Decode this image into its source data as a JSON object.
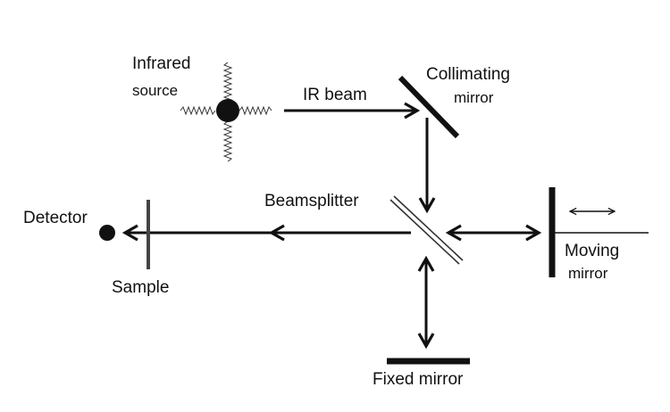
{
  "labels": {
    "infrared": "Infrared",
    "source": "source",
    "ir_beam": "IR beam",
    "collimating": "Collimating",
    "collimating_mirror": "mirror",
    "beamsplitter": "Beamsplitter",
    "detector": "Detector",
    "sample": "Sample",
    "moving": "Moving",
    "moving_mirror": "mirror",
    "fixed_mirror": "Fixed mirror"
  },
  "colors": {
    "ink": "#111111",
    "background": "#ffffff"
  }
}
